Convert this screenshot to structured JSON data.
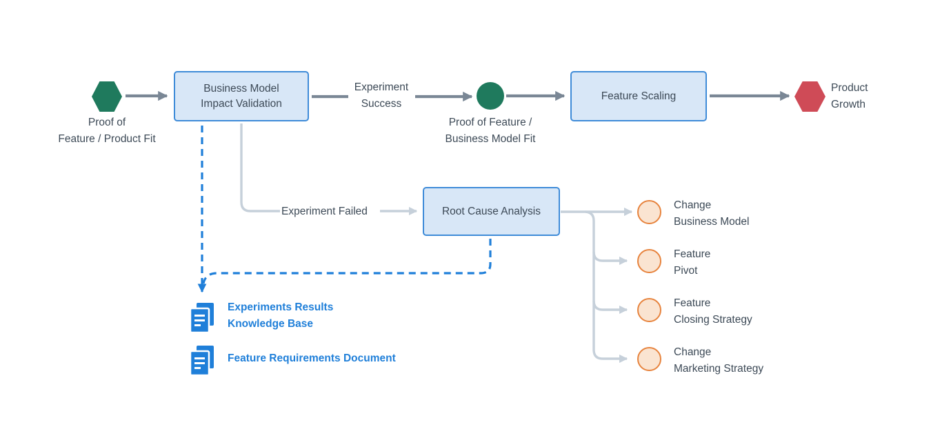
{
  "colors": {
    "accent_green": "#1F7A5D",
    "accent_red": "#CF4B57",
    "box_fill": "#D8E7F7",
    "box_border": "#3E8BD8",
    "arrow_dark": "#7A8795",
    "line_light": "#C6D0DA",
    "dashed_blue": "#1F7FD9",
    "orange_border": "#E7833D",
    "orange_fill": "#FAE4D1",
    "text_dark": "#3C4956",
    "text_blue": "#1F7FD9"
  },
  "diagram": {
    "start_node": {
      "label": "Proof of\nFeature / Product Fit"
    },
    "validation_box": {
      "label": "Business Model\nImpact Validation"
    },
    "success_edge": {
      "label": "Experiment\nSuccess"
    },
    "fit_node": {
      "label": "Proof of Feature /\nBusiness Model Fit"
    },
    "scaling_box": {
      "label": "Feature Scaling"
    },
    "growth_node": {
      "label": "Product\nGrowth"
    },
    "failed_edge": {
      "label": "Experiment Failed"
    },
    "root_cause_box": {
      "label": "Root Cause Analysis"
    },
    "outcomes": [
      {
        "label": "Change\nBusiness Model"
      },
      {
        "label": "Feature\nPivot"
      },
      {
        "label": "Feature\nClosing Strategy"
      },
      {
        "label": "Change\nMarketing Strategy"
      }
    ],
    "documents": [
      {
        "label": "Experiments Results\nKnowledge Base"
      },
      {
        "label": "Feature Requirements Document"
      }
    ]
  }
}
